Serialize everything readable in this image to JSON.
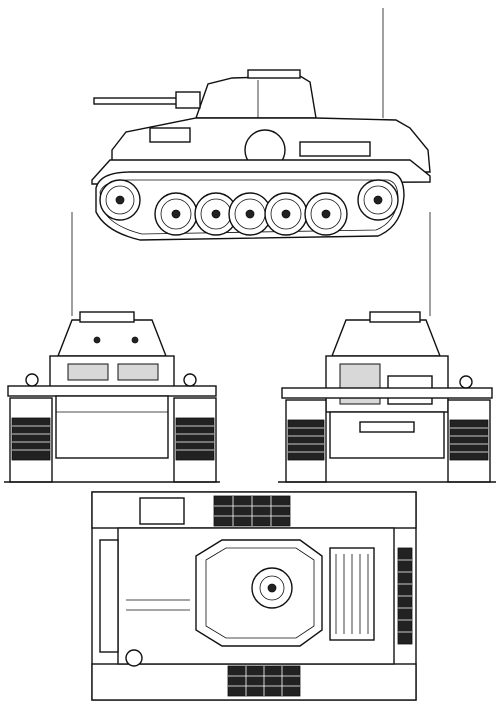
{
  "drawing": {
    "views": [
      "side",
      "front",
      "rear",
      "top"
    ],
    "line_color": "#111111",
    "background": "#ffffff"
  }
}
